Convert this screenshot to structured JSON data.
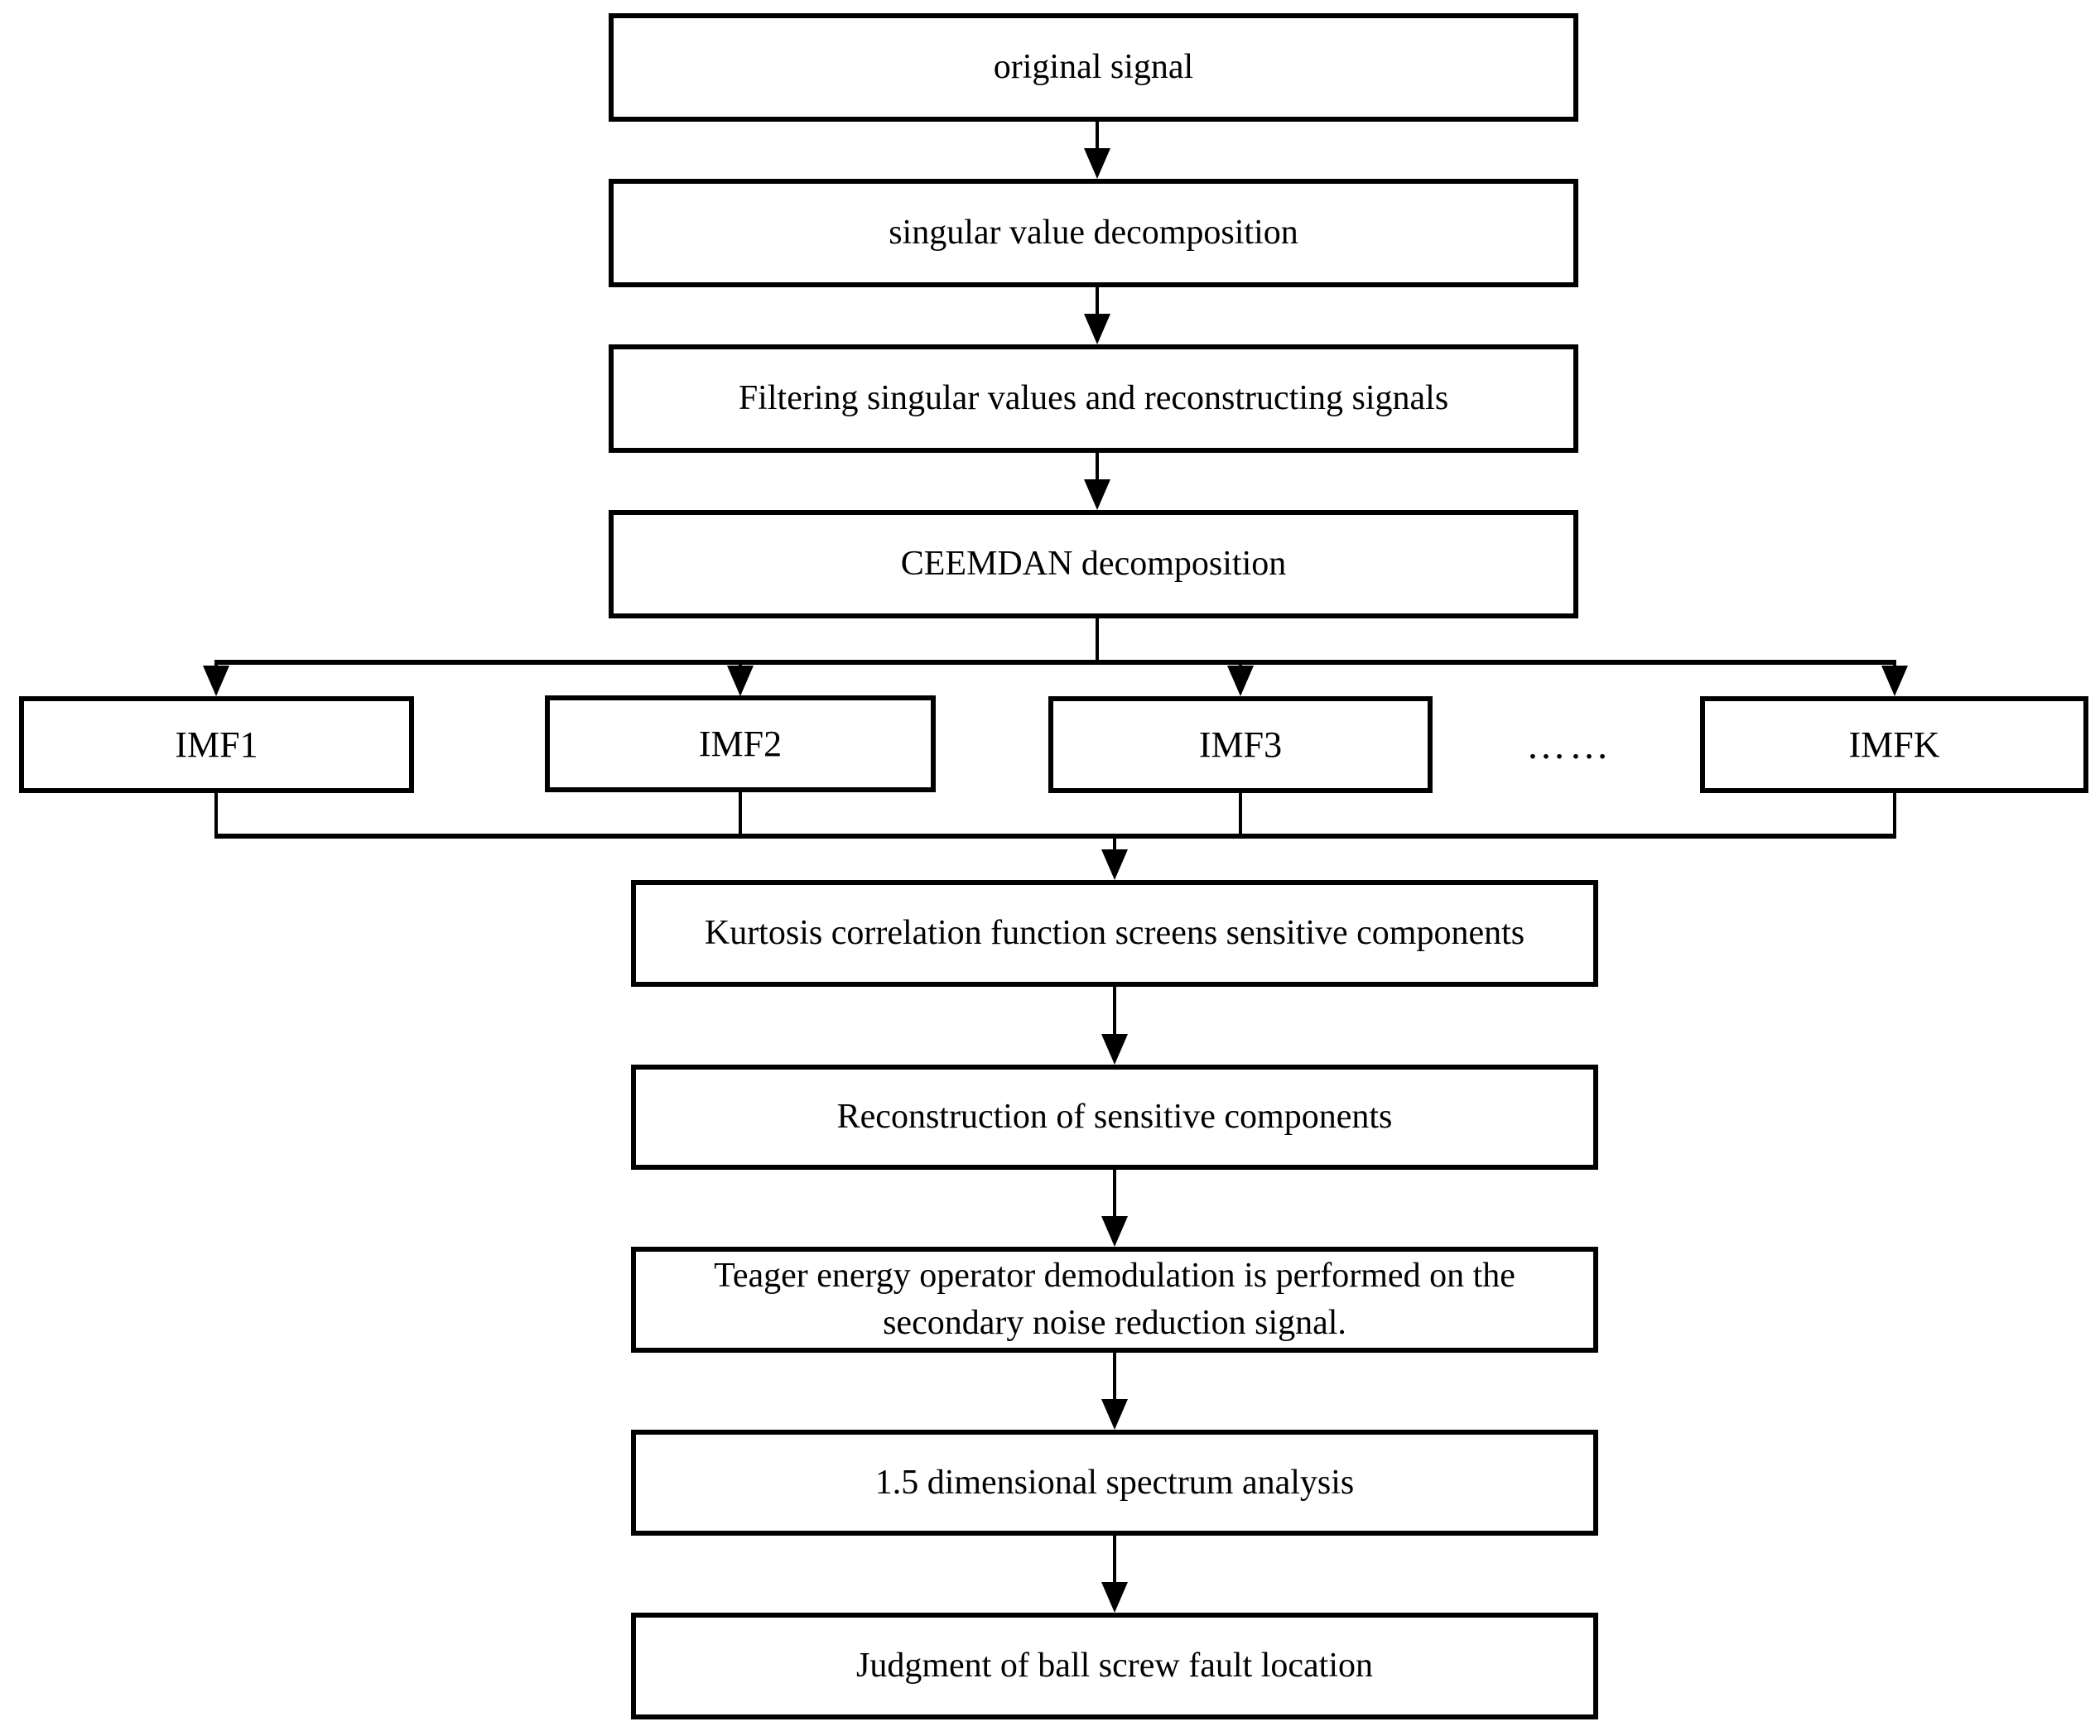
{
  "diagram": {
    "type": "flowchart",
    "colors": {
      "border": "#000000",
      "background": "#ffffff",
      "text": "#000000"
    },
    "nodes": {
      "original": {
        "label": "original signal"
      },
      "svd": {
        "label": "singular value decomposition"
      },
      "filtering": {
        "label": "Filtering singular values and reconstructing signals"
      },
      "ceemdan": {
        "label": "CEEMDAN decomposition"
      },
      "imf1": {
        "label": "IMF1"
      },
      "imf2": {
        "label": "IMF2"
      },
      "imf3": {
        "label": "IMF3"
      },
      "imf_ellipsis": {
        "label": "……"
      },
      "imfk": {
        "label": "IMFK"
      },
      "kurtosis": {
        "label": "Kurtosis correlation function screens sensitive components"
      },
      "reconstruction": {
        "label": "Reconstruction of sensitive components"
      },
      "teager": {
        "label": "Teager energy operator demodulation is performed on the secondary noise reduction signal."
      },
      "spectrum": {
        "label": "1.5 dimensional spectrum analysis"
      },
      "judgment": {
        "label": "Judgment of ball screw fault location"
      }
    },
    "edges": [
      {
        "from": "original",
        "to": "svd"
      },
      {
        "from": "svd",
        "to": "filtering"
      },
      {
        "from": "filtering",
        "to": "ceemdan"
      },
      {
        "from": "ceemdan",
        "to": "imf1"
      },
      {
        "from": "ceemdan",
        "to": "imf2"
      },
      {
        "from": "ceemdan",
        "to": "imf3"
      },
      {
        "from": "ceemdan",
        "to": "imfk"
      },
      {
        "from": "imf1",
        "to": "kurtosis"
      },
      {
        "from": "imf2",
        "to": "kurtosis"
      },
      {
        "from": "imf3",
        "to": "kurtosis"
      },
      {
        "from": "imfk",
        "to": "kurtosis"
      },
      {
        "from": "kurtosis",
        "to": "reconstruction"
      },
      {
        "from": "reconstruction",
        "to": "teager"
      },
      {
        "from": "teager",
        "to": "spectrum"
      },
      {
        "from": "spectrum",
        "to": "judgment"
      }
    ]
  }
}
